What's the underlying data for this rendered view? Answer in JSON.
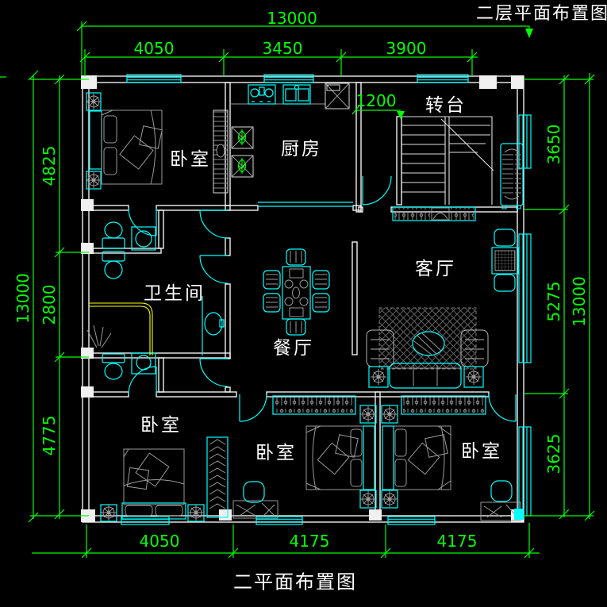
{
  "titles": {
    "top_right": "二层平面布置图",
    "bottom": "二平面布置图"
  },
  "rooms": {
    "bedroom_top_left": "卧室",
    "kitchen": "厨房",
    "stair_hall": "转台",
    "living_room": "客厅",
    "bathroom": "卫生间",
    "dining_room": "餐厅",
    "bedroom_bottom_left": "卧室",
    "bedroom_bottom_middle": "卧室",
    "bedroom_bottom_right": "卧室"
  },
  "dimensions": {
    "top": {
      "overall": "13000",
      "segments": [
        "4050",
        "3450",
        "3900"
      ],
      "stair_width": "1200"
    },
    "bottom": {
      "segments": [
        "4050",
        "4175",
        "4175"
      ]
    },
    "left": {
      "overall": "13000",
      "segments": [
        "4825",
        "2800",
        "4775"
      ]
    },
    "right": {
      "overall": "13000",
      "segments": [
        "3650",
        "5275",
        "3625"
      ]
    }
  },
  "colors": {
    "background": "#000000",
    "walls": "#f0f0f0",
    "fixtures": "#00ffff",
    "dimensions": "#00ff00",
    "furniture": "#9a9a9a",
    "shower_line": "#ffff00"
  }
}
